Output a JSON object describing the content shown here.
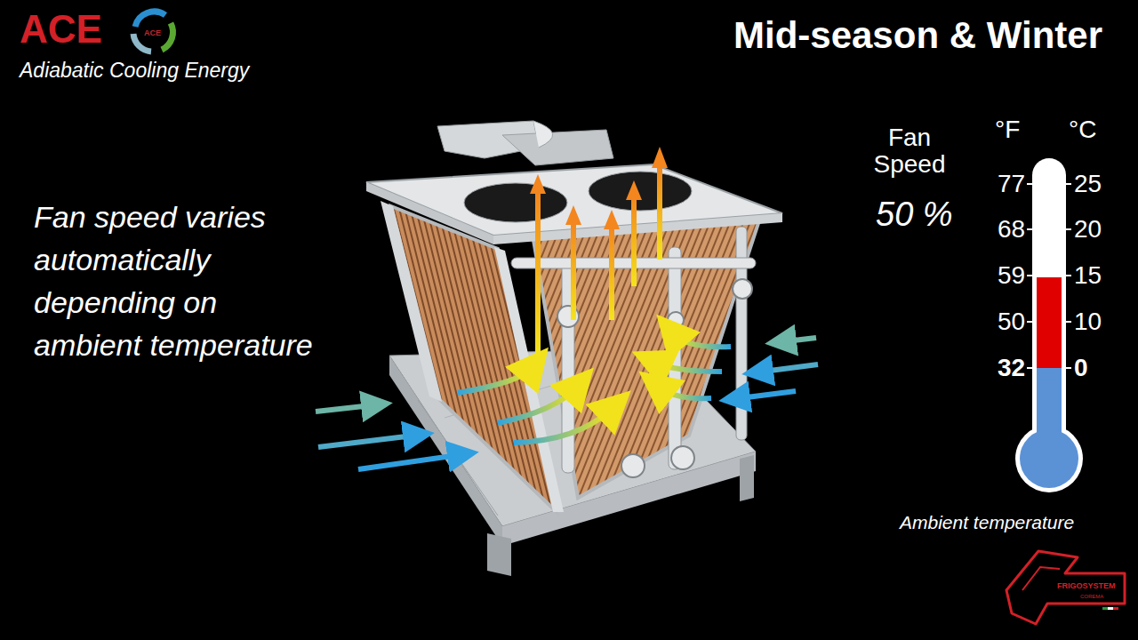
{
  "diagram": {
    "title": "Mid-season & Winter",
    "labels": [
      "ACE",
      "ACE",
      "Adiabatic Cooling Energy",
      "Fan speed varies automatically depending on ambient temperature",
      "Fan Speed",
      "50 %",
      "°F",
      "°C",
      "77",
      "68",
      "59",
      "50",
      "32",
      "25",
      "20",
      "15",
      "10",
      "0",
      "Ambient temperature",
      "FRIGOSYSTEM",
      "COREMA"
    ]
  }
}
